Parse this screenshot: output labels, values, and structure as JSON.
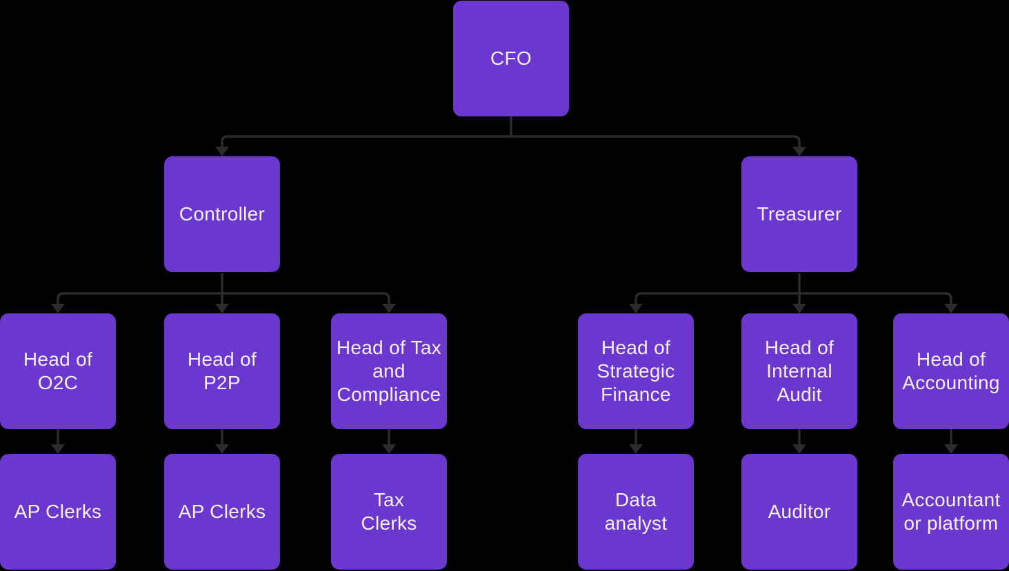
{
  "theme": {
    "background": "#000000",
    "node_fill": "#6C37CF",
    "node_text": "#F3F0FA",
    "connector": "#2C2C2C"
  },
  "diagram": {
    "type": "org-chart",
    "nodes": {
      "cfo": {
        "label": "CFO"
      },
      "controller": {
        "label": "Controller"
      },
      "treasurer": {
        "label": "Treasurer"
      },
      "head_o2c": {
        "label": "Head of\nO2C"
      },
      "head_p2p": {
        "label": "Head of\nP2P"
      },
      "head_tax": {
        "label": "Head of Tax\nand\nCompliance"
      },
      "head_strategic": {
        "label": "Head of\nStrategic\nFinance"
      },
      "head_audit": {
        "label": "Head of\nInternal\nAudit"
      },
      "head_accounting": {
        "label": "Head of\nAccounting"
      },
      "ap_clerks_1": {
        "label": "AP Clerks"
      },
      "ap_clerks_2": {
        "label": "AP Clerks"
      },
      "tax_clerks": {
        "label": "Tax\nClerks"
      },
      "data_analyst": {
        "label": "Data\nanalyst"
      },
      "auditor": {
        "label": "Auditor"
      },
      "accountant": {
        "label": "Accountant\nor platform"
      }
    },
    "edges": [
      {
        "from": "cfo",
        "to": "controller"
      },
      {
        "from": "cfo",
        "to": "treasurer"
      },
      {
        "from": "controller",
        "to": "head_o2c"
      },
      {
        "from": "controller",
        "to": "head_p2p"
      },
      {
        "from": "controller",
        "to": "head_tax"
      },
      {
        "from": "treasurer",
        "to": "head_strategic"
      },
      {
        "from": "treasurer",
        "to": "head_audit"
      },
      {
        "from": "treasurer",
        "to": "head_accounting"
      },
      {
        "from": "head_o2c",
        "to": "ap_clerks_1"
      },
      {
        "from": "head_p2p",
        "to": "ap_clerks_2"
      },
      {
        "from": "head_tax",
        "to": "tax_clerks"
      },
      {
        "from": "head_strategic",
        "to": "data_analyst"
      },
      {
        "from": "head_audit",
        "to": "auditor"
      },
      {
        "from": "head_accounting",
        "to": "accountant"
      }
    ]
  }
}
